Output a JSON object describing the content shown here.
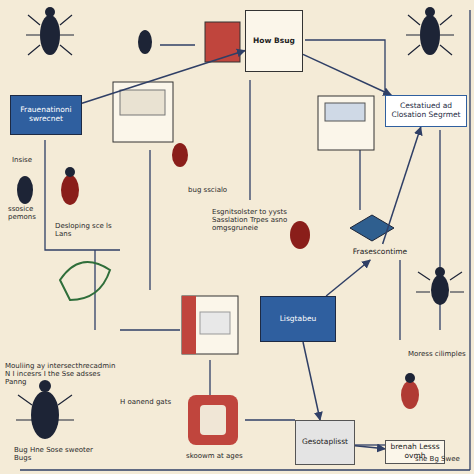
{
  "diagram": {
    "nodes": [
      {
        "text": [
          "How Bsug"
        ]
      },
      {
        "text": [
          "Frauenatinoni swrecnet"
        ]
      },
      {
        "text": [
          "Cestatiued ad Closation Segrmet"
        ]
      },
      {
        "text": [
          "Frasescontime"
        ]
      },
      {
        "text": [
          "Lisgtabeu"
        ]
      },
      {
        "text": [
          "Gesotaplisst"
        ]
      },
      {
        "text": [
          "brenah Lesss ovmh"
        ]
      }
    ],
    "edges": [
      {
        "from": 1,
        "to": 0,
        "arrow": "to"
      },
      {
        "from": 0,
        "to": 2,
        "arrow": "to"
      },
      {
        "from": 3,
        "to": 2,
        "arrow": "to"
      },
      {
        "from": 4,
        "to": 3,
        "arrow": "to"
      },
      {
        "from": 4,
        "to": 5,
        "arrow": "to"
      },
      {
        "from": 5,
        "to": 6,
        "arrow": "to"
      }
    ],
    "labels": [
      "Insise",
      "ssosice pemons",
      "bug sscialo",
      "Esgnitsolster to yysts Sasslation Trpes asno omgsgruneie",
      "Desloping sce ls Lans",
      "Mouliing ay intersecthrecadmin N I incesrs I the Sse adsses Panng",
      "Bug Hne Sose sweoter Bugs",
      "H oanend gats",
      "skoowm at ages",
      "Moress cilimples",
      "she Bg Swee"
    ]
  }
}
